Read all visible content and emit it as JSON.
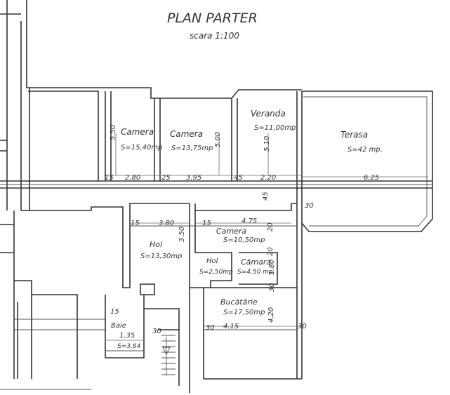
{
  "title": "PLAN PARTER",
  "scale": "scara 1:100",
  "rooms": [
    {
      "name": "Camera",
      "area": "S=15,40mp"
    },
    {
      "name": "Camera",
      "area": "S=13,75mp"
    },
    {
      "name": "Veranda",
      "area": "S=11,00mp"
    },
    {
      "name": "Terasa",
      "area": "S=42 mp."
    },
    {
      "name": "Hol",
      "area": "S=13,30mp"
    },
    {
      "name": "Camera",
      "area": "S=10,50mp"
    },
    {
      "name": "Hol",
      "area": "S=2,50mp"
    },
    {
      "name": "Cămara",
      "area": "S=4,50 mp"
    },
    {
      "name": "Bucătărie",
      "area": "S=17,50mp"
    },
    {
      "name": "Baie",
      "area": "S=3,64"
    }
  ],
  "dimensions": {
    "d_550": "5.50",
    "d_15a": "15",
    "d_280": "2.80",
    "d_25": "25",
    "d_395": "3.95",
    "d_500": "5.00",
    "d_45a": "45",
    "d_220": "2.20",
    "d_510": "5.10",
    "d_625": "6.25",
    "d_45b": "45",
    "d_30a": "30",
    "d_15b": "15",
    "d_380": "3.80",
    "d_350": "3.50",
    "d_15c": "15",
    "d_475": "4.75",
    "d_20a": "20",
    "d_20b": "20",
    "d_180": "1.80",
    "d_30b": "30",
    "d_15d": "15",
    "d_135": "1.35",
    "d_30c": "30",
    "d_30d": "30",
    "d_415": "4.15",
    "d_420": "4.20",
    "d_30e": "30"
  }
}
